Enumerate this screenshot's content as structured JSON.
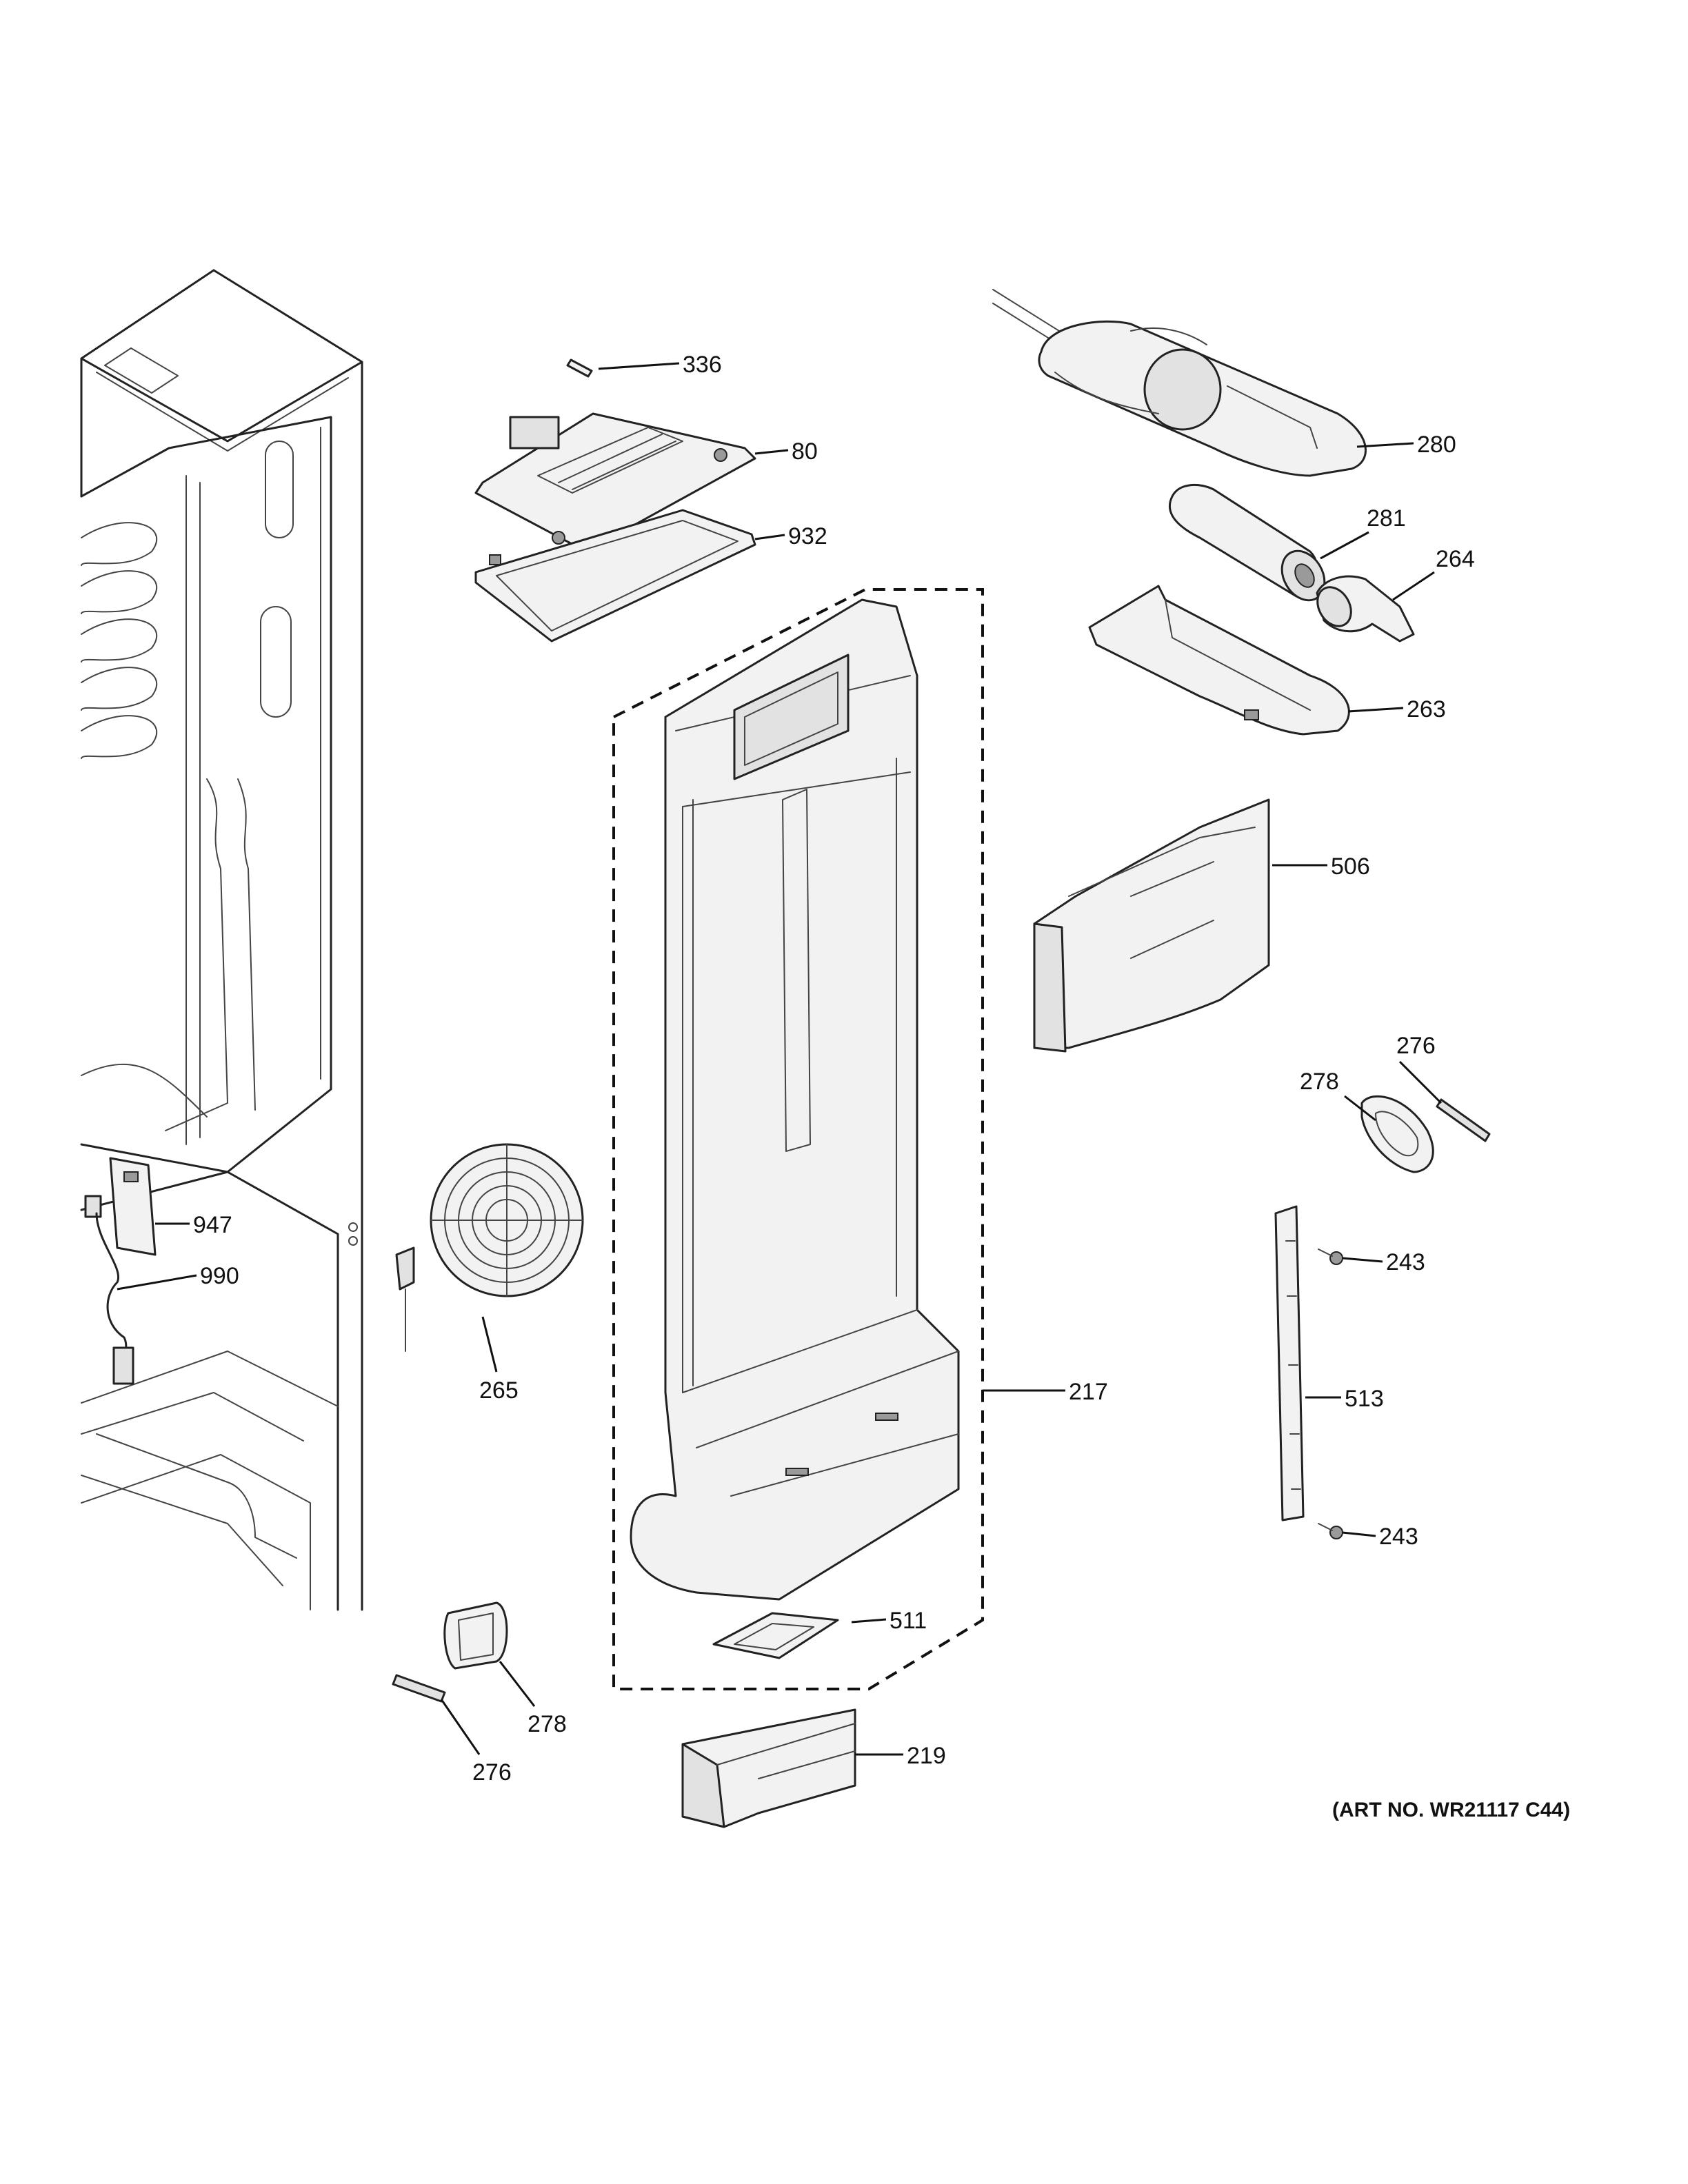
{
  "callouts": {
    "c336": "336",
    "c80": "80",
    "c932": "932",
    "c280": "280",
    "c281": "281",
    "c264": "264",
    "c263": "263",
    "c506": "506",
    "c276a": "276",
    "c278a": "278",
    "c243a": "243",
    "c513": "513",
    "c243b": "243",
    "c217": "217",
    "c511": "511",
    "c219": "219",
    "c947": "947",
    "c990": "990",
    "c265": "265",
    "c278b": "278",
    "c276b": "276"
  },
  "art_number": "(ART NO. WR21117 C44)"
}
